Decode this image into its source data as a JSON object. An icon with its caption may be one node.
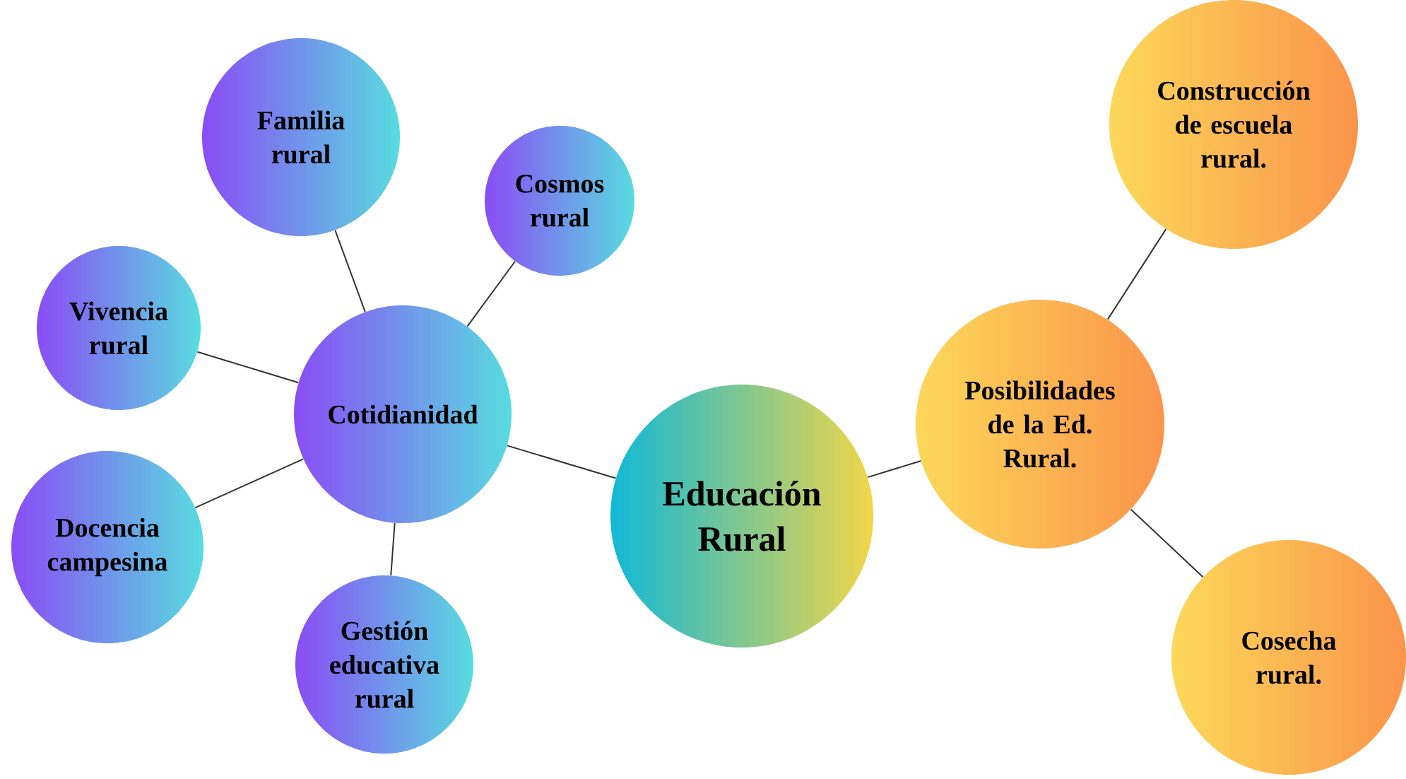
{
  "diagram": {
    "nodes": [
      {
        "text": [
          "Educación Rural"
        ]
      },
      {
        "text": [
          "Cotidianidad"
        ]
      },
      {
        "text": [
          "Familia rural"
        ]
      },
      {
        "text": [
          "Cosmos rural"
        ]
      },
      {
        "text": [
          "Vivencia rural"
        ]
      },
      {
        "text": [
          "Docencia campesina"
        ]
      },
      {
        "text": [
          "Gestión educativa rural"
        ]
      },
      {
        "text": [
          "Posibilidades de la Ed. Rural."
        ]
      },
      {
        "text": [
          "Construcción de escuela rural."
        ]
      },
      {
        "text": [
          "Cosecha rural."
        ]
      }
    ],
    "edges": [
      {
        "from": 1,
        "to": 0,
        "arrow": "none"
      },
      {
        "from": 1,
        "to": 2,
        "arrow": "none"
      },
      {
        "from": 1,
        "to": 3,
        "arrow": "none"
      },
      {
        "from": 1,
        "to": 4,
        "arrow": "none"
      },
      {
        "from": 1,
        "to": 5,
        "arrow": "none"
      },
      {
        "from": 1,
        "to": 6,
        "arrow": "none"
      },
      {
        "from": 0,
        "to": 7,
        "arrow": "none"
      },
      {
        "from": 7,
        "to": 8,
        "arrow": "none"
      },
      {
        "from": 7,
        "to": 9,
        "arrow": "none"
      }
    ]
  }
}
